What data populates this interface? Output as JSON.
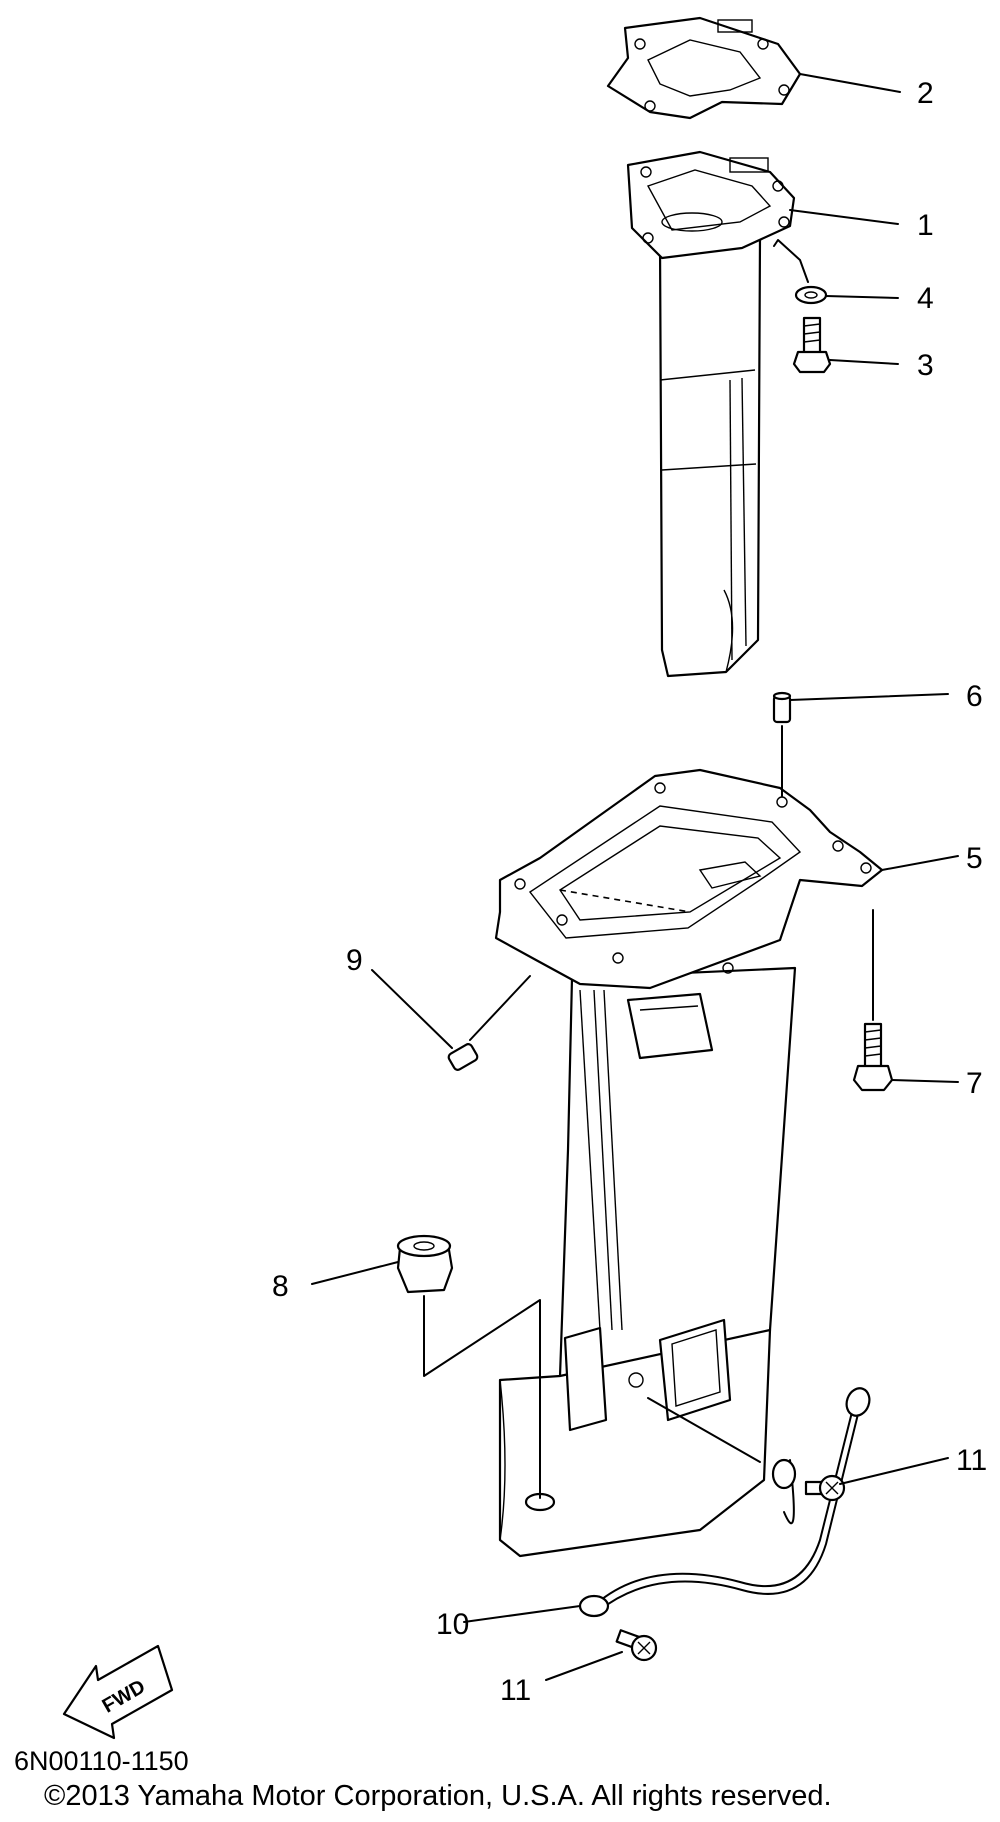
{
  "callouts": [
    "1",
    "2",
    "3",
    "4",
    "5",
    "6",
    "7",
    "8",
    "9",
    "10",
    "11",
    "11"
  ],
  "fwd_label": "FWD",
  "diagram_code": "6N00110-1150",
  "copyright": "©2013 Yamaha Motor Corporation, U.S.A. All rights reserved."
}
